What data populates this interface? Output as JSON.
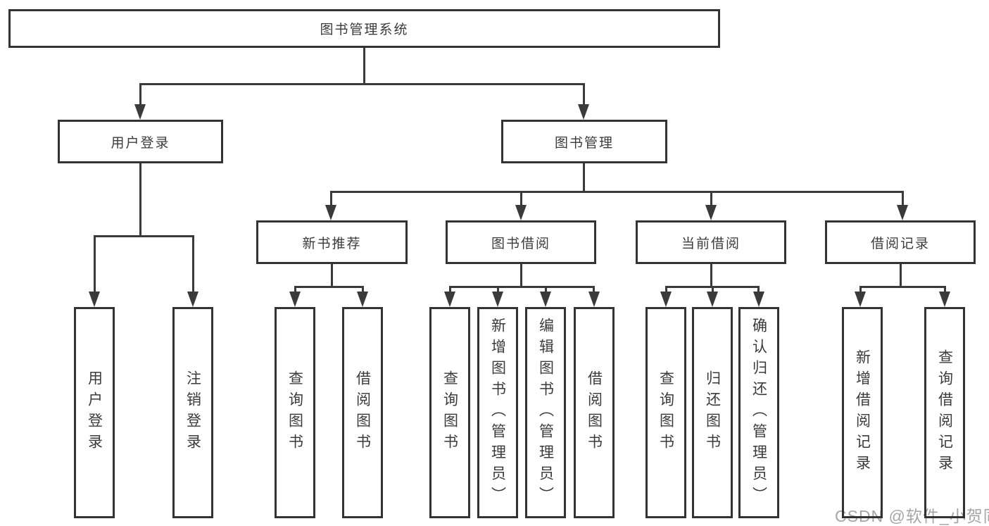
{
  "diagram": {
    "root": "图书管理系统",
    "level2": [
      "用户登录",
      "图书管理"
    ],
    "level3": [
      "新书推荐",
      "图书借阅",
      "当前借阅",
      "借阅记录"
    ],
    "leaves": [
      "用户登录",
      "注销登录",
      "查询图书",
      "借阅图书",
      "查询图书",
      "新增图书（管理员）",
      "编辑图书（管理员）",
      "借阅图书",
      "查询图书",
      "归还图书",
      "确认归还（管理员）",
      "新增借阅记录",
      "查询借阅记录"
    ]
  },
  "watermark": "CSDN @软件_小贺同学",
  "colors": {
    "box_border": "#333333",
    "connector_line": "#3a3a3a",
    "text": "#3b3b3b",
    "watermark_text": "#a6a6a6",
    "background": "#ffffff"
  }
}
